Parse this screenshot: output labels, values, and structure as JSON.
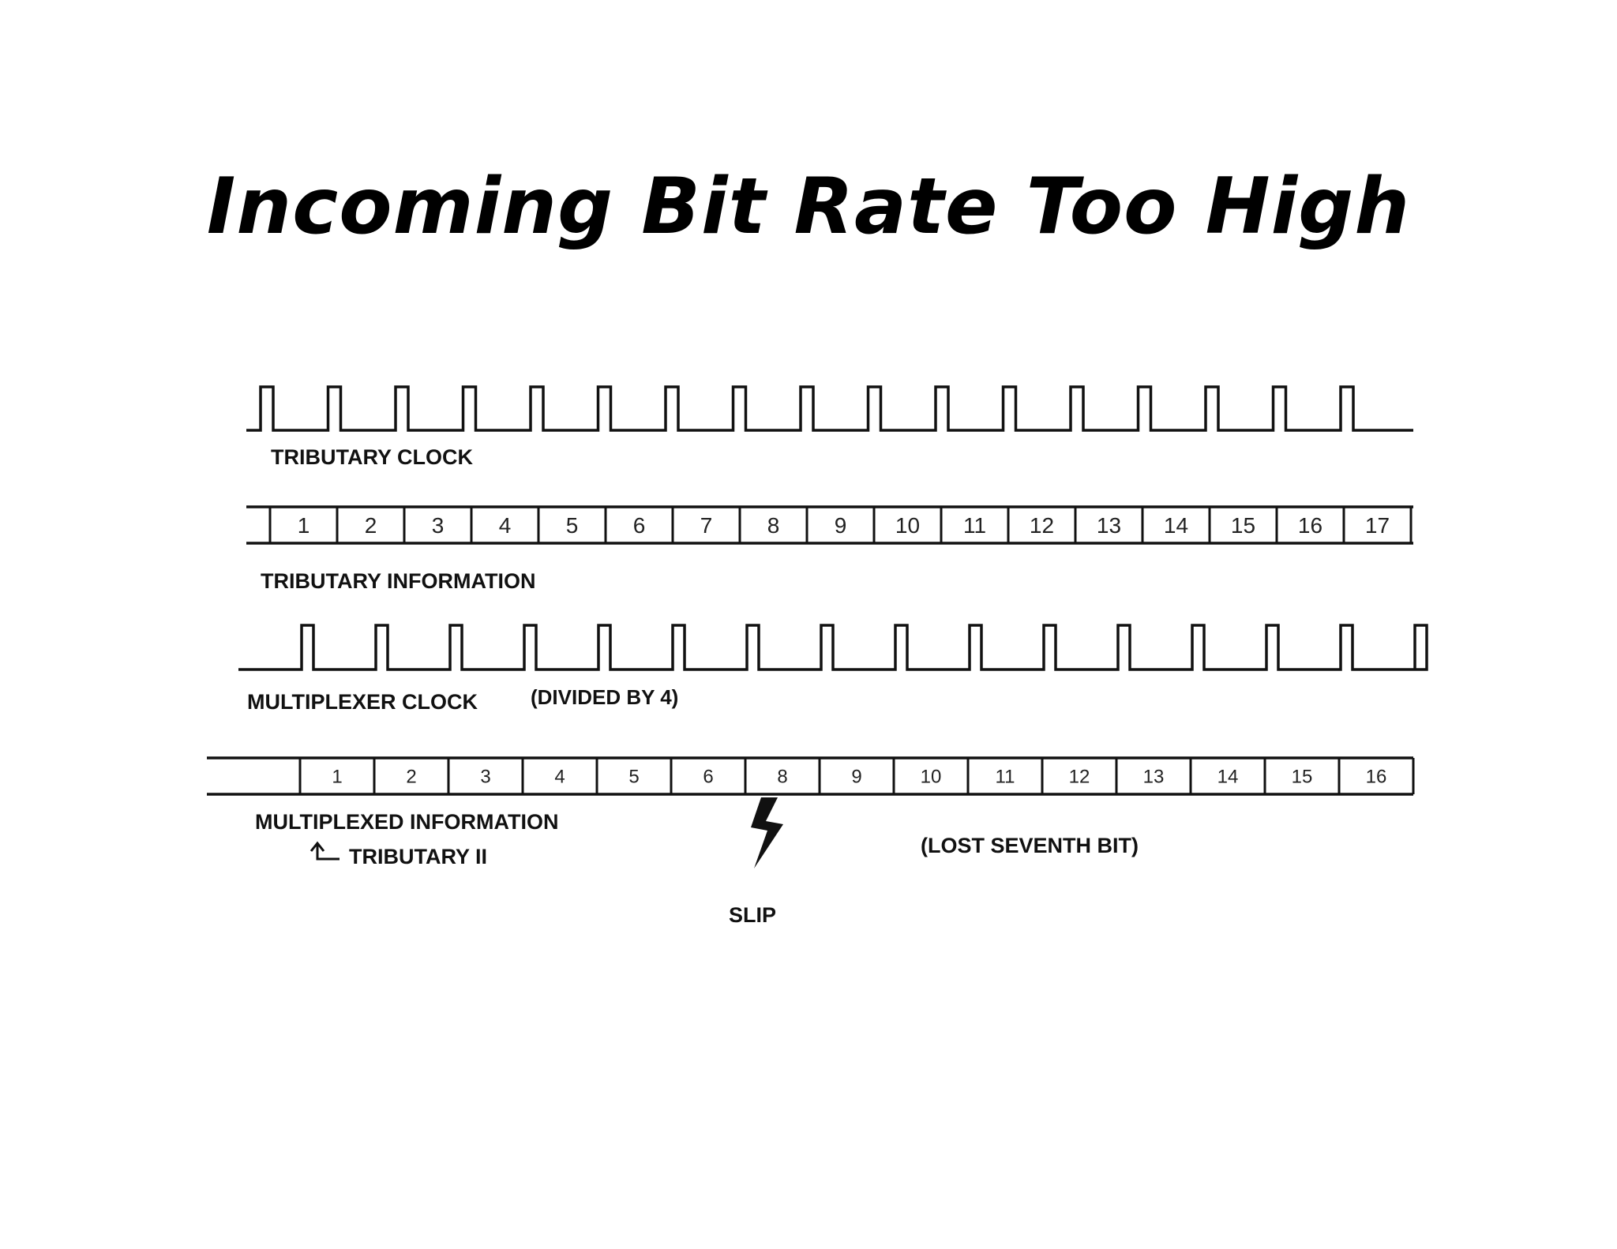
{
  "title": "Incoming Bit Rate Too High",
  "tributary_clock": {
    "label": "TRIBUTARY CLOCK",
    "pulses": 17
  },
  "tributary_information": {
    "label": "TRIBUTARY INFORMATION",
    "bits": [
      "1",
      "2",
      "3",
      "4",
      "5",
      "6",
      "7",
      "8",
      "9",
      "10",
      "11",
      "12",
      "13",
      "14",
      "15",
      "16",
      "17"
    ]
  },
  "multiplexer_clock": {
    "label": "MULTIPLEXER CLOCK",
    "note": "(DIVIDED BY 4)",
    "pulses": 16
  },
  "multiplexed_information": {
    "label": "MULTIPLEXED INFORMATION",
    "tributary_marker": "TRIBUTARY II",
    "bits": [
      "1",
      "2",
      "3",
      "4",
      "5",
      "6",
      "8",
      "9",
      "10",
      "11",
      "12",
      "13",
      "14",
      "15",
      "16"
    ]
  },
  "slip": {
    "label": "SLIP",
    "note": "(LOST SEVENTH BIT)"
  }
}
